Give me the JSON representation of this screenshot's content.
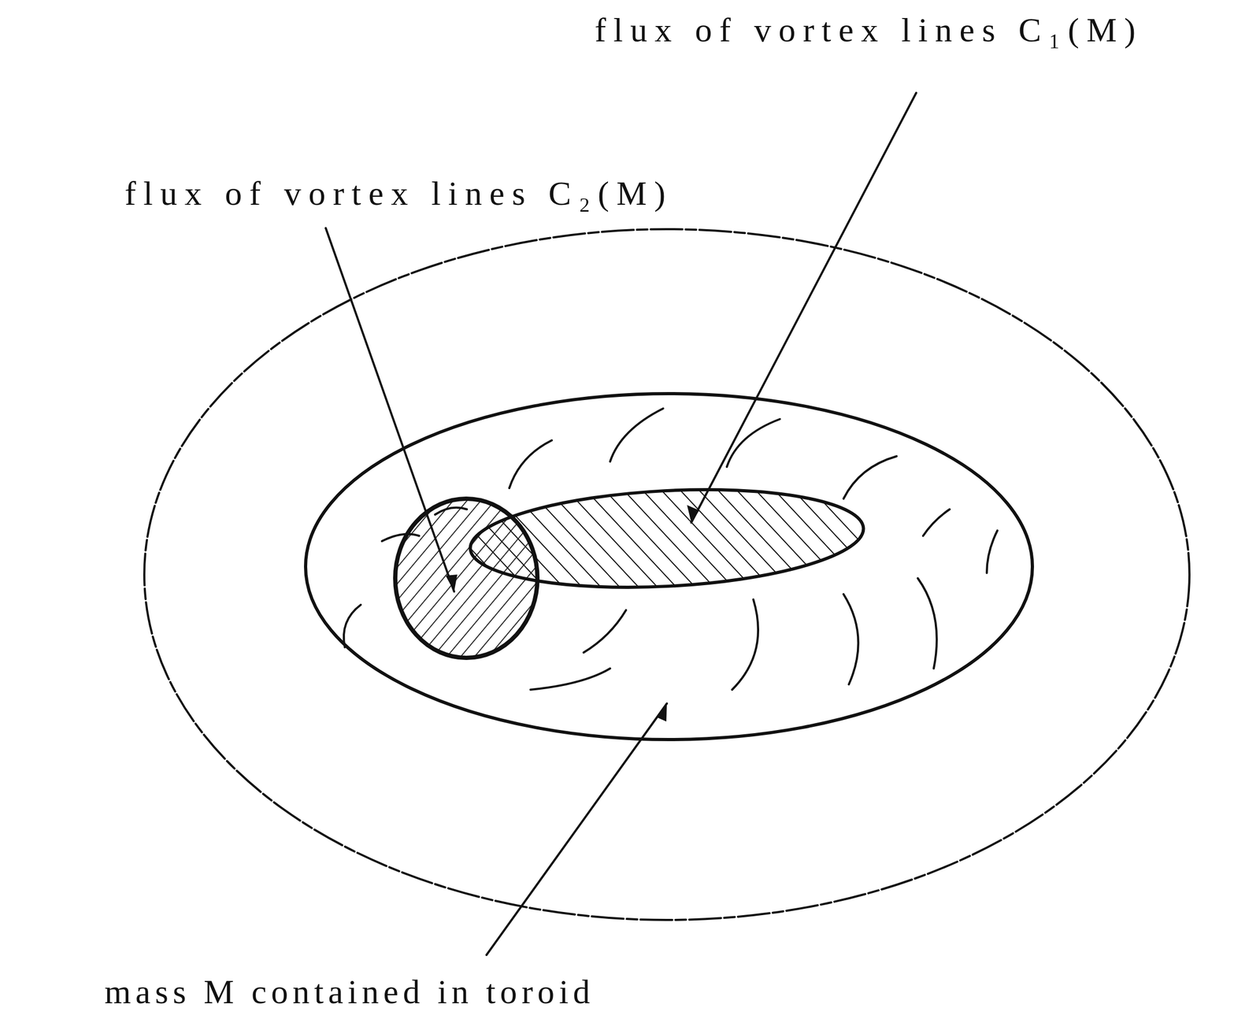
{
  "diagram": {
    "labels": [
      "flux of vortex lines C₁(M)",
      "flux of vortex lines C₂(M)",
      "mass M contained in toroid"
    ]
  }
}
